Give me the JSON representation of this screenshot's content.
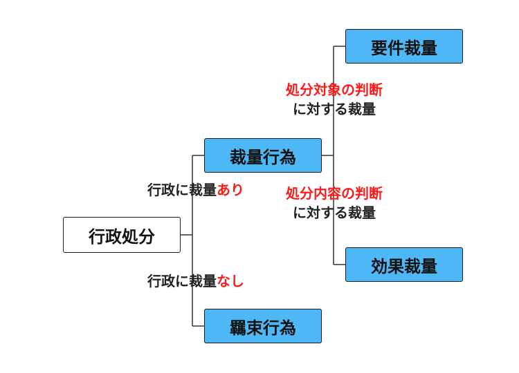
{
  "nodes": {
    "root": "行政処分",
    "discretionary_act": "裁量行為",
    "bound_act": "羈束行為",
    "requirement_discretion": "要件裁量",
    "effect_discretion": "効果裁量"
  },
  "edge_labels": {
    "with_discretion": {
      "prefix": "行政に裁量",
      "suffix": "あり"
    },
    "without_discretion": {
      "prefix": "行政に裁量",
      "suffix": "なし"
    },
    "requirement": {
      "line1": "処分対象の判断",
      "line2": "に対する裁量"
    },
    "effect": {
      "line1": "処分内容の判断",
      "line2": "に対する裁量"
    }
  },
  "colors": {
    "node_fill": "#4db8f5",
    "highlight_text": "#ff1a1a",
    "line": "#333333"
  }
}
